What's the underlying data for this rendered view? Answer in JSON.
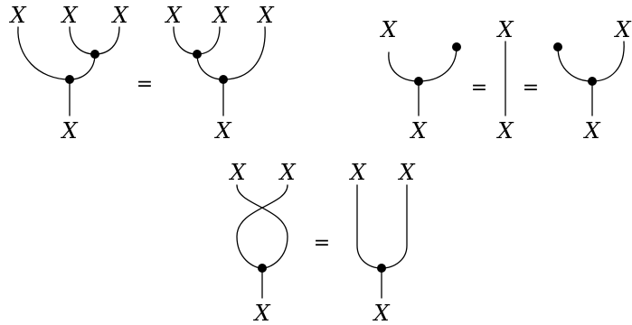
{
  "object_label": "X",
  "equals_sign": "=",
  "colors": {
    "stroke": "#000000",
    "background": "#ffffff"
  },
  "panels": [
    {
      "id": "associativity"
    },
    {
      "id": "unit"
    },
    {
      "id": "commutativity"
    }
  ]
}
